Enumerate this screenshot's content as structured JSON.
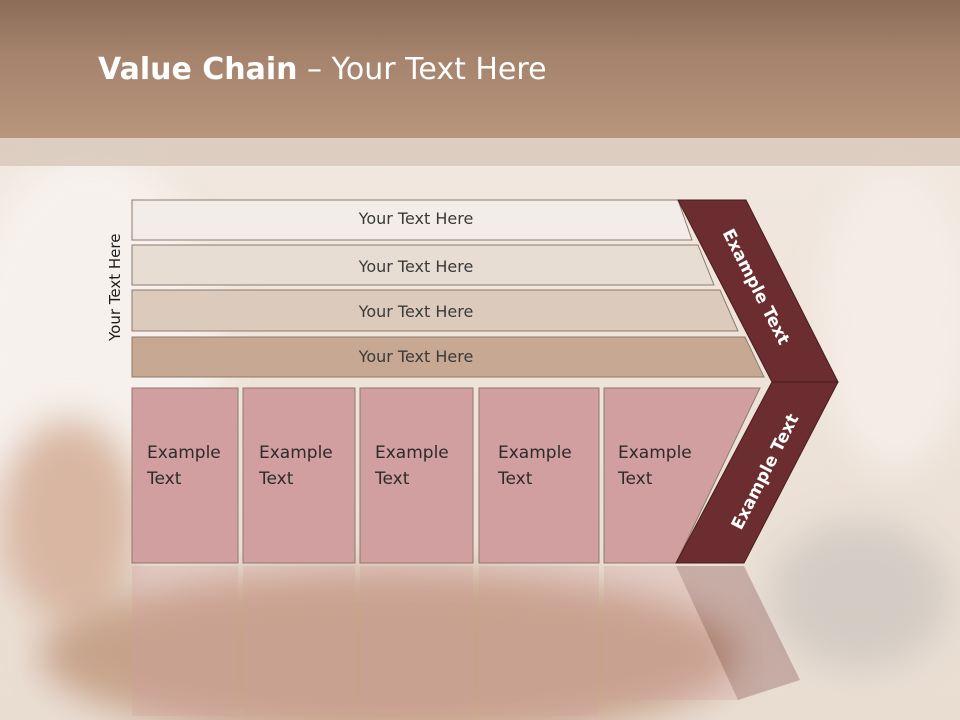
{
  "title": {
    "bold": "Value Chain",
    "rest": " – Your Text Here"
  },
  "vertical_label": "Your Text Here",
  "rows": [
    {
      "label": "Your Text Here",
      "fill": "#f2ede8"
    },
    {
      "label": "Your Text Here",
      "fill": "#e8ddd3"
    },
    {
      "label": "Your Text Here",
      "fill": "#dccbbd"
    },
    {
      "label": "Your Text Here",
      "fill": "#c7a892"
    }
  ],
  "cells": [
    {
      "line1": "Example",
      "line2": "Text"
    },
    {
      "line1": "Example",
      "line2": "Text"
    },
    {
      "line1": "Example",
      "line2": "Text"
    },
    {
      "line1": "Example",
      "line2": "Text"
    },
    {
      "line1": "Example",
      "line2": "Text"
    }
  ],
  "chevron_upper_text": "Example Text",
  "chevron_lower_text": "Example Text",
  "colors": {
    "header": "#a5836c",
    "cell_fill": "#d19fa0",
    "chevron": "#6b2d2f"
  }
}
